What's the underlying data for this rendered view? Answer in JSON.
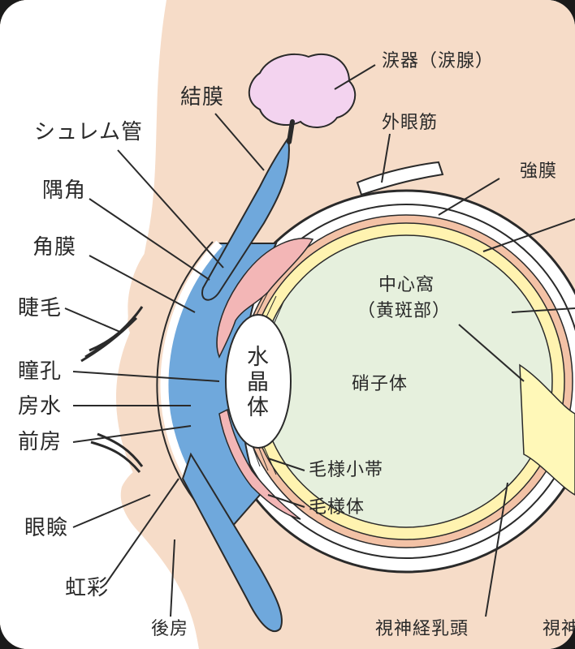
{
  "labels": {
    "lacrimal_gland": "涙器（涙腺）",
    "conjunctiva": "結膜",
    "extraocular_muscle": "外眼筋",
    "schlemm_canal": "シュレム管",
    "iridocorneal_angle": "隅角",
    "sclera": "強膜",
    "cornea": "角膜",
    "fovea_line1": "中心窩",
    "fovea_line2": "（黄斑部）",
    "eyelashes": "睫毛",
    "lens": "水晶体",
    "vitreous": "硝子体",
    "pupil": "瞳孔",
    "aqueous": "房水",
    "anterior_chamber": "前房",
    "zonule": "毛様小帯",
    "ciliary_body": "毛様体",
    "eyelid": "眼瞼",
    "iris": "虹彩",
    "posterior_chamber": "後房",
    "optic_disc": "視神経乳頭",
    "optic_nerve_partial": "視神"
  },
  "colors": {
    "skin": "#f6dcc8",
    "eyelid_blue": "#6fa8dc",
    "outer_blue": "#a9c9ea",
    "lens_fill": "#ffffff",
    "vitreous": "#e6f0dd",
    "retina_yellow": "#fff3b0",
    "pink": "#f3b6b6",
    "gland": "#f3d3ef",
    "nerve": "#fff8b8",
    "line": "#2a2a2a"
  }
}
